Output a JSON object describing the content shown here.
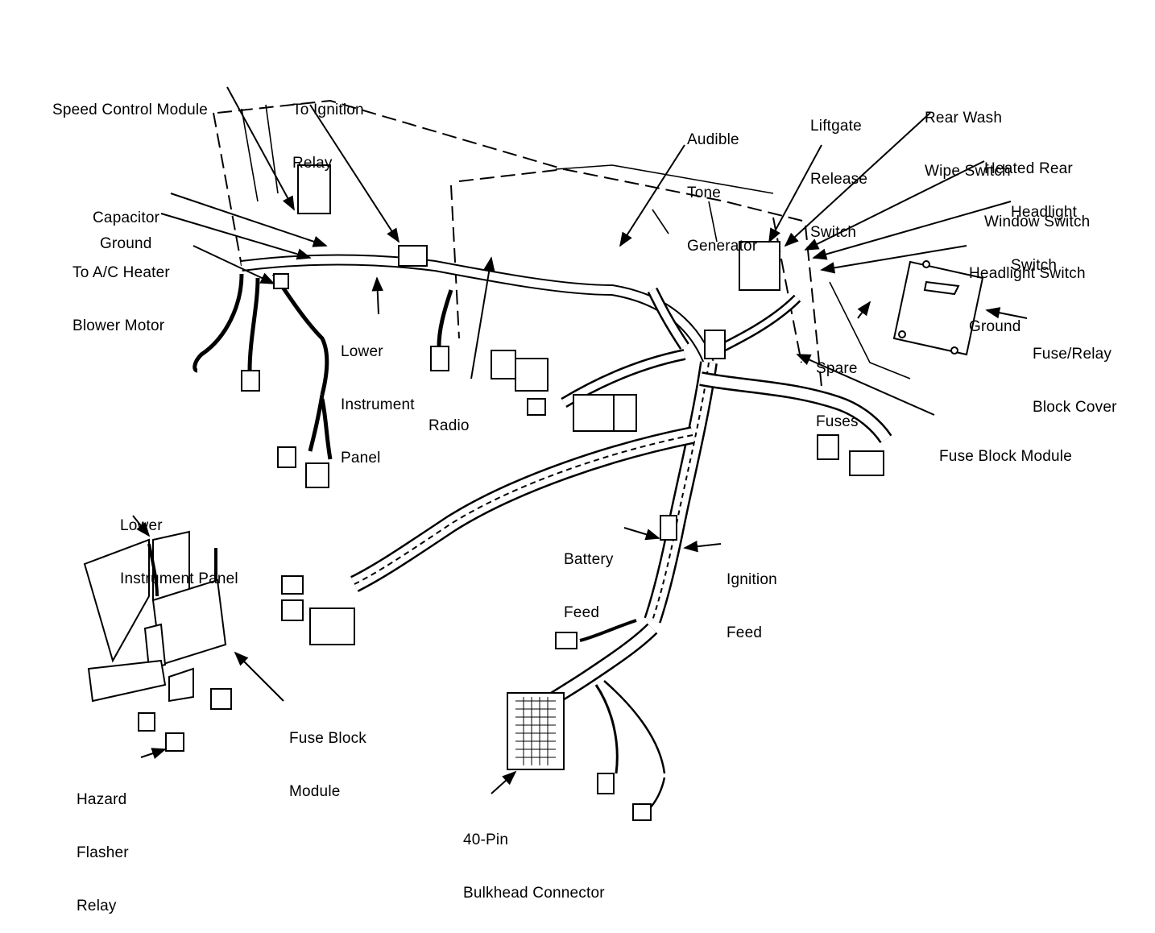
{
  "labels": {
    "speed_control_module": [
      "Speed Control Module"
    ],
    "to_ignition_relay": [
      "To Ignition",
      "Relay"
    ],
    "capacitor": [
      "Capacitor"
    ],
    "ground": [
      "Ground"
    ],
    "ac_heater_blower_motor": [
      "To A/C Heater",
      "Blower Motor"
    ],
    "lower_instrument_panel_top": [
      "Lower",
      "Instrument",
      "Panel"
    ],
    "radio": [
      "Radio"
    ],
    "audible_tone_generator": [
      "Audible",
      "Tone",
      "Generator"
    ],
    "liftgate_release_switch": [
      "Liftgate",
      "Release",
      "Switch"
    ],
    "rear_wash_wipe_switch": [
      "Rear Wash",
      "Wipe Switch"
    ],
    "heated_rear_window_switch": [
      "Heated Rear",
      "Window Switch"
    ],
    "headlight_switch": [
      "Headlight",
      "Switch"
    ],
    "headlight_switch_ground": [
      "Headlight Switch",
      "Ground"
    ],
    "fuse_relay_block_cover": [
      "Fuse/Relay",
      "Block Cover"
    ],
    "spare_fuses": [
      "Spare",
      "Fuses"
    ],
    "fuse_block_module_right": [
      "Fuse Block Module"
    ],
    "battery_feed": [
      "Battery",
      "Feed"
    ],
    "ignition_feed": [
      "Ignition",
      "Feed"
    ],
    "lower_instrument_panel_inset": [
      "Lower",
      "Instrument Panel"
    ],
    "fuse_block_module_inset": [
      "Fuse Block",
      "Module"
    ],
    "hazard_flasher_relay": [
      "Hazard",
      "Flasher",
      "Relay"
    ],
    "bulkhead_connector": [
      "40-Pin",
      "Bulkhead Connector"
    ]
  },
  "colors": {
    "ink": "#000000",
    "paper": "#ffffff"
  }
}
